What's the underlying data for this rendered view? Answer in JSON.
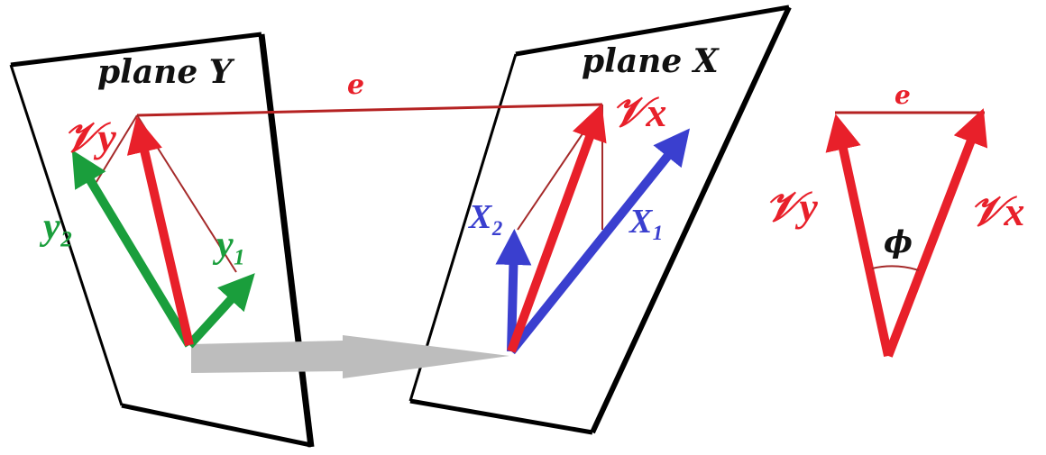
{
  "planes": {
    "left_label": "plane Y",
    "right_label": "plane X"
  },
  "vectors": {
    "vy": "𝒱y",
    "vx": "𝒱x",
    "y1": "y₁",
    "y2": "y₂",
    "x1": "X₁",
    "x2": "X₂"
  },
  "relations": {
    "error_label": "e",
    "angle_label": "ϕ"
  },
  "colors": {
    "red": "#e8202a",
    "green": "#1a9e3c",
    "blue": "#3a3fcf",
    "gray": "#bdbdbd",
    "black": "#000000"
  }
}
